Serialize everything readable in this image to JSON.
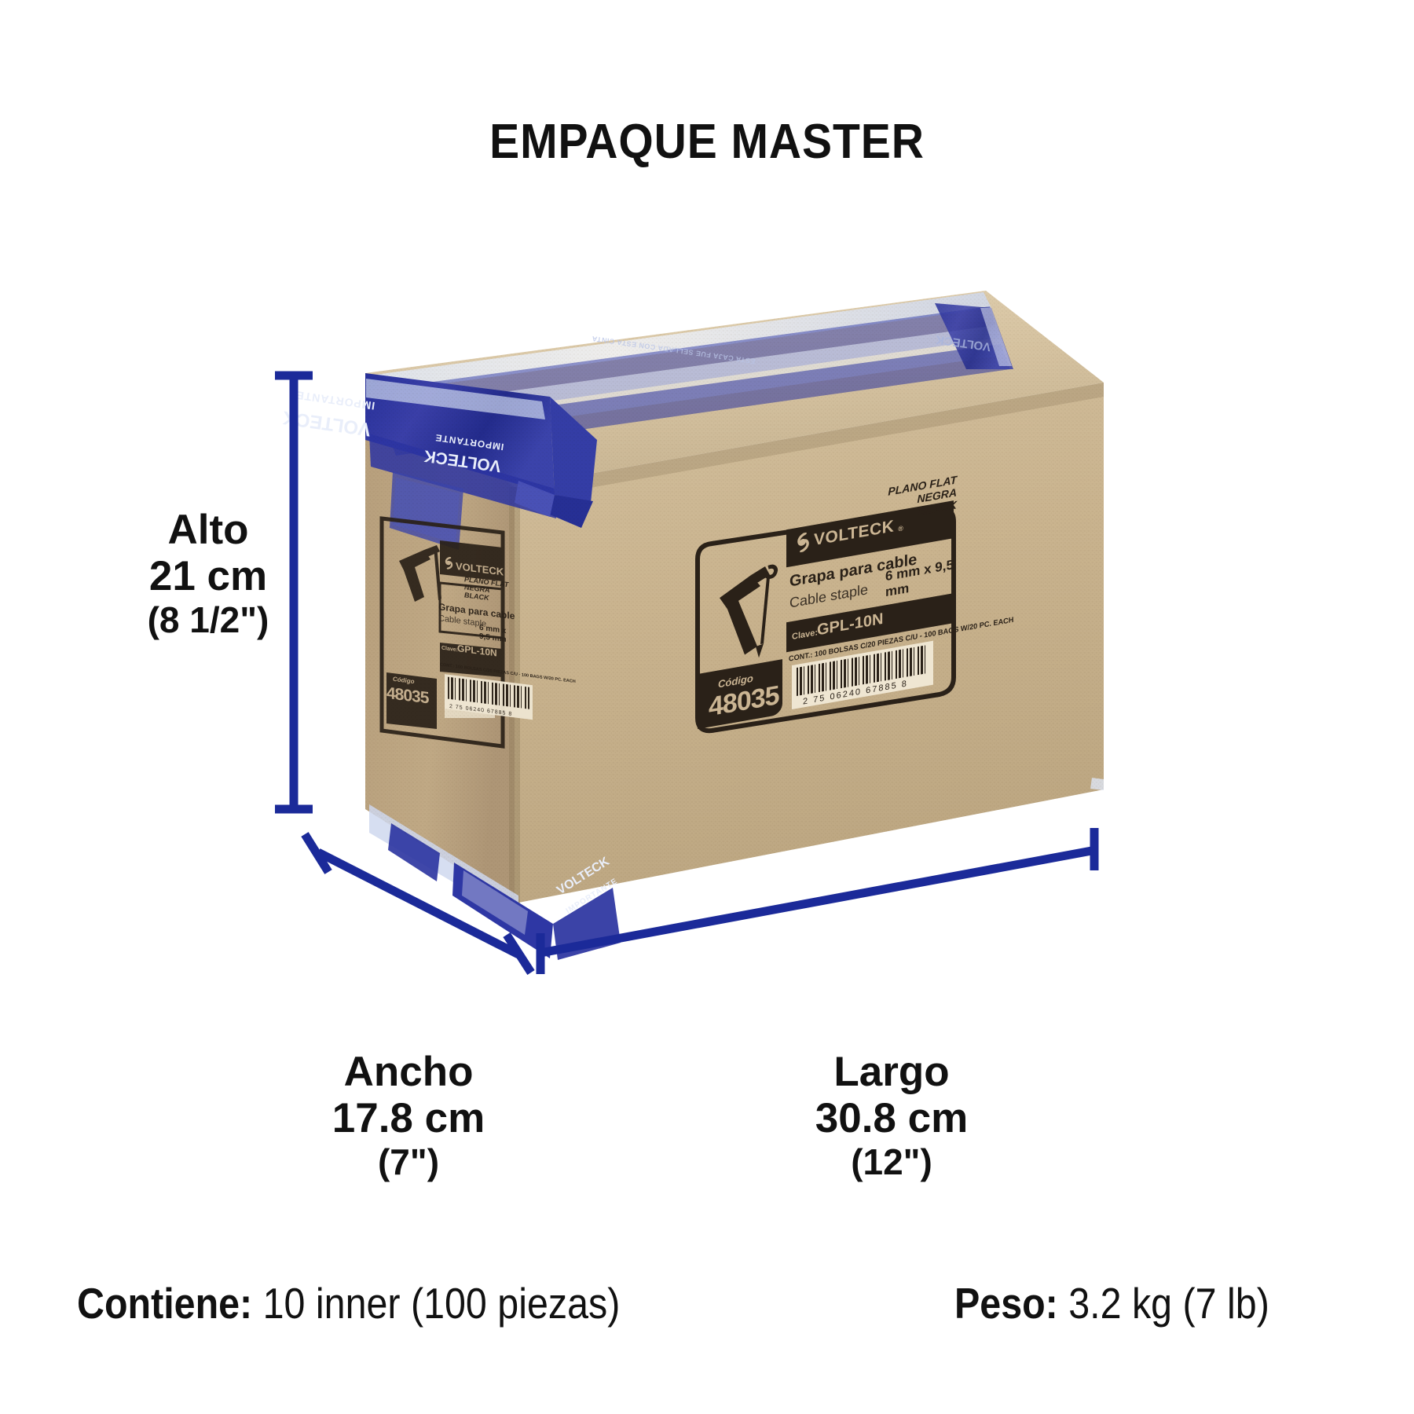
{
  "page": {
    "title": "EMPAQUE MASTER",
    "background": "#ffffff",
    "accent_blue": "#1b2a99",
    "ink": "#111111"
  },
  "dimensions": {
    "height": {
      "label": "Alto",
      "metric": "21 cm",
      "imperial": "(8 1/2\")"
    },
    "width": {
      "label": "Ancho",
      "metric": "17.8 cm",
      "imperial": "(7\")"
    },
    "length": {
      "label": "Largo",
      "metric": "30.8 cm",
      "imperial": "(12\")"
    }
  },
  "footer": {
    "contains_label": "Contiene:",
    "contains_value": "10 inner (100 piezas)",
    "weight_label": "Peso:",
    "weight_value": "3.2 kg (7 lb)"
  },
  "carton": {
    "material_color": "#cbb593",
    "tape_color": "#2a2f93",
    "tape_texts": {
      "brand": "VOLTECK",
      "important": "IMPORTANTE",
      "notice": "ESTA CAJA FUE SELLADA CON ESTA CINTA"
    },
    "print_ink": "#2a2118",
    "labels": {
      "front": {
        "brand": "VOLTECK",
        "variant_line1": "PLANO FLAT",
        "variant_line2": "NEGRA BLACK",
        "product_es": "Grapa para cable",
        "product_en": "Cable staple",
        "size": "6 mm x 9,5 mm",
        "clave_label": "Clave:",
        "clave_value": "GPL-10N",
        "content_line": "CONT.: 100 BOLSAS C/20 PIEZAS C/U - 100 BAGS W/20 PC. EACH",
        "code_label": "Código",
        "code_value": "48035",
        "barcode_number": "2 75 06240 67885 8"
      },
      "side": {
        "brand": "VOLTECK",
        "variant_line1": "PLANO FLAT",
        "variant_line2": "NEGRA BLACK",
        "product_es": "Grapa para cable",
        "product_en": "Cable staple",
        "size": "6 mm x 9,5 mm",
        "clave_label": "Clave:",
        "clave_value": "GPL-10N",
        "content_line": "CONT.: 100 BOLSAS C/20 PIEZAS C/U - 100 BAGS W/20 PC. EACH",
        "code_label": "Código",
        "code_value": "48035",
        "barcode_number": "2 75 06240 67885 8"
      }
    }
  }
}
